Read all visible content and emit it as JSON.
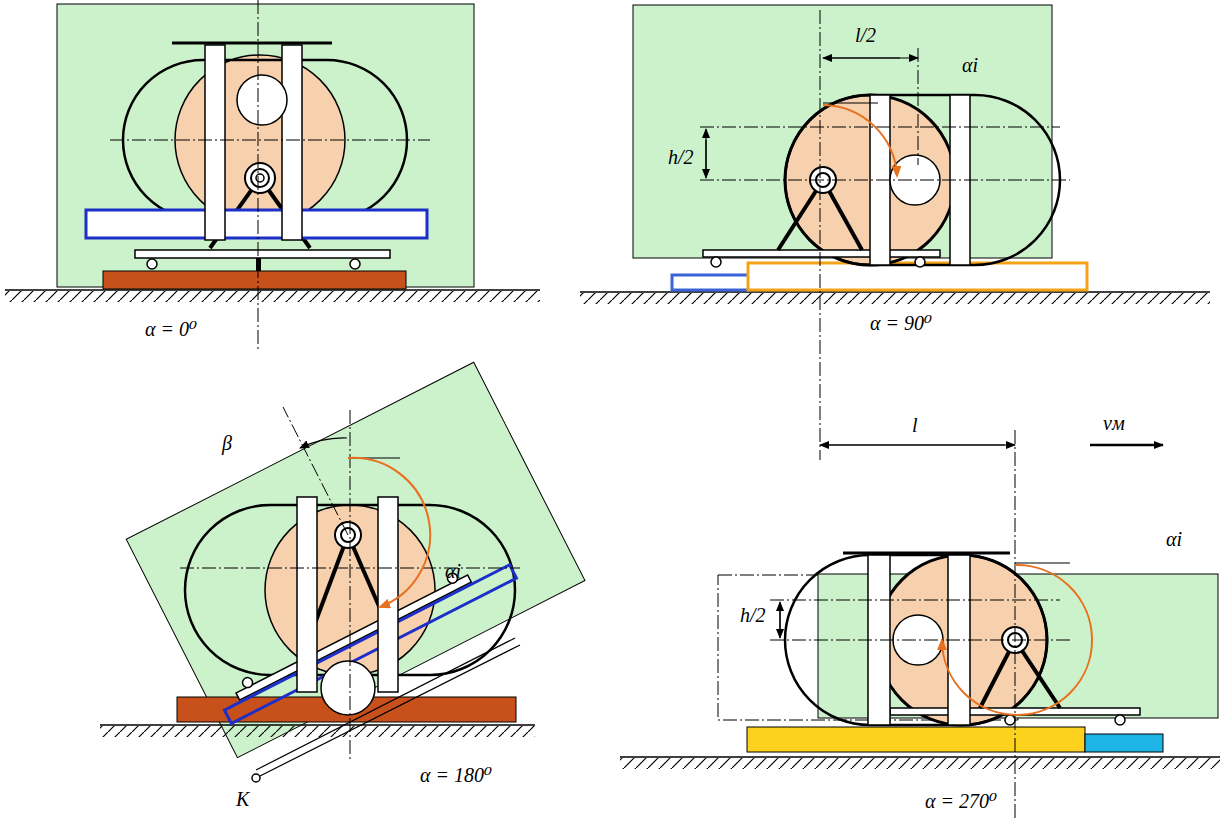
{
  "diagram": {
    "labels": [
      "l/2",
      "αi",
      "h/2",
      "α = 0⁰",
      "α = 90⁰",
      "β",
      "αi",
      "l",
      "vм",
      "h/2",
      "αi",
      "K",
      "α = 180⁰",
      "α = 270⁰"
    ]
  }
}
